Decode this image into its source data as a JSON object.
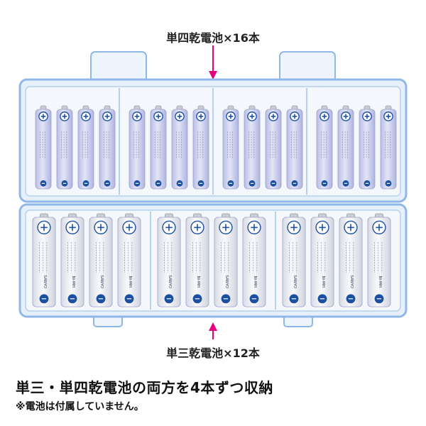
{
  "labels": {
    "top": "単四乾電池×16本",
    "bottom": "単三乾電池×12本",
    "headline": "単三・単四乾電池の両方を4本ずつ収納",
    "note": "※電池は付属していません。"
  },
  "batteries": {
    "aaa_count": 16,
    "aa_count": 12,
    "aaa_per_compartment": 4,
    "aa_per_compartment": 4,
    "printed": [
      "SANYO",
      "Ni-MH"
    ]
  },
  "colors": {
    "case_blue": "#8fb8e8",
    "case_fill": "#e6f0fb",
    "arrow": "#e6007e",
    "aaa_body": "#d9dcf2",
    "aa_body": "#f2f3f6",
    "terminal_blue": "#1b4fa0"
  }
}
